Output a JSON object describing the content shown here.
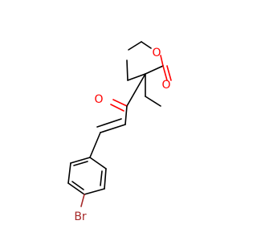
{
  "molecule": {
    "atoms": [
      {
        "id": "oxygen-ester-single",
        "symbol": "O",
        "color": "#ff0000"
      },
      {
        "id": "oxygen-ester-carbonyl",
        "symbol": "O",
        "color": "#ff0000"
      },
      {
        "id": "oxygen-ketone",
        "symbol": "O",
        "color": "#ff0000"
      },
      {
        "id": "bromine",
        "symbol": "Br",
        "color": "#a62929"
      }
    ]
  }
}
